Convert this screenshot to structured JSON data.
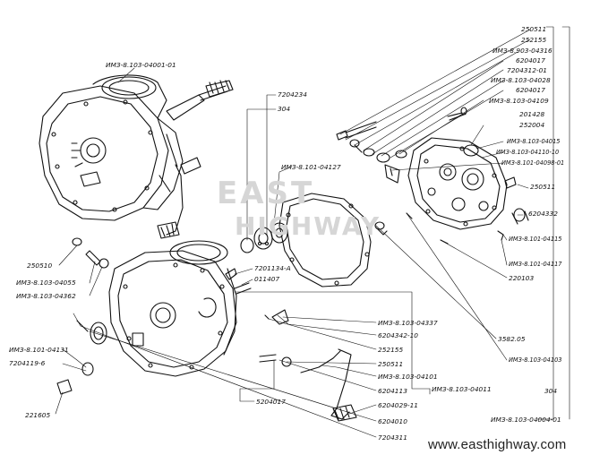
{
  "watermark": {
    "line1": "EAST",
    "line2": "HIGHWAY"
  },
  "footer": {
    "site": "www.easthighway.com"
  },
  "labels": {
    "assy_top": "ИМЗ-8.103-04001-01",
    "p7204234": "7204234",
    "p304_top": "304",
    "p_04127": "ИМЗ-8.101-04127",
    "r_250511": "250511",
    "r_252155": "252155",
    "r_903_04316": "ИМЗ-8.903-04316",
    "r_6204017a": "6204017",
    "r_7204312": "7204312-01",
    "r_04028": "ИМЗ-8.103-04028",
    "r_6204017b": "6204017",
    "r_04109": "ИМЗ-8.103-04109",
    "r_201428": "201428",
    "r_252004": "252004",
    "r_04015": "ИМЗ-8.103-04015",
    "r_04110": "ИМЗ-8.103-04110-10",
    "r_04098": "ИМЗ-8.101-04098-01",
    "r_250511b": "250511",
    "r_6204332": "6204332",
    "r_04115": "ИМЗ-8.101-04115",
    "r_04117": "ИМЗ-8.101-04117",
    "r_220103": "220103",
    "l_250510": "250510",
    "l_04055": "ИМЗ-8.103-04055",
    "l_04362": "ИМЗ-8.103-04362",
    "m_7201134": "7201134-А",
    "m_011407": "011407",
    "l_04131": "ИМЗ-8.101-04131",
    "l_7204119": "7204119-6",
    "l_221605": "221605",
    "b_04337": "ИМЗ-8.103-04337",
    "b_6204342": "6204342-10",
    "b_252155": "252155",
    "b_250511": "250511",
    "b_04101": "ИМЗ-8.103-04101",
    "b_6204113": "6204113",
    "b_5204017": "5204017",
    "b_6204029": "6204029-11",
    "b_6204010": "6204010",
    "b_7204311": "7204311",
    "b_04011": "ИМЗ-8.103-04011",
    "b_3582": "3582.05",
    "b_04103": "ИМЗ-8.103-04103",
    "b_304": "304",
    "assy_right": "ИМЗ-8.103-04004-01"
  }
}
